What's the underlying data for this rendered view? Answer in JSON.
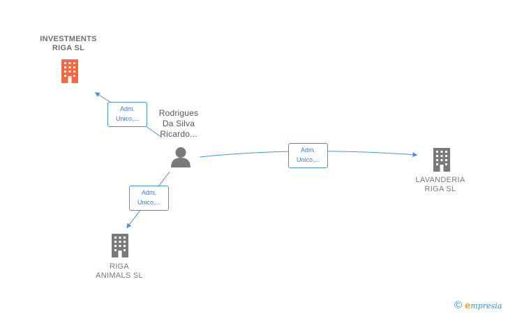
{
  "nodes": {
    "investments": {
      "line1": "INVESTMENTS",
      "line2": "RIGA  SL",
      "color": "#f26a3d"
    },
    "person": {
      "line1": "Rodrigues",
      "line2": "Da Silva",
      "line3": "Ricardo..."
    },
    "lavanderia": {
      "line1": "LAVANDERIA",
      "line2": "RIGA  SL",
      "color": "#7a7a7a"
    },
    "riga_animals": {
      "line1": "RIGA",
      "line2": "ANIMALS  SL",
      "color": "#7a7a7a"
    }
  },
  "edges": [
    {
      "label1": "Adm.",
      "label2": "Unico,..."
    },
    {
      "label1": "Adm.",
      "label2": "Unico,..."
    },
    {
      "label1": "Adm.",
      "label2": "Unico,..."
    }
  ],
  "brand": {
    "copyright": "©",
    "e": "e",
    "rest": "mpresia"
  },
  "colors": {
    "edge": "#4a90e2",
    "person_icon": "#7a7a7a"
  }
}
